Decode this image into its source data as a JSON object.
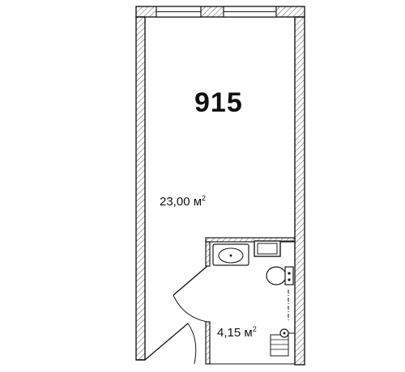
{
  "unit_number": "915",
  "rooms": {
    "main": {
      "area_value": "23,00",
      "area_unit": "м",
      "area_exp": "2"
    },
    "bathroom": {
      "area_value": "4,15",
      "area_unit": "м",
      "area_exp": "2"
    }
  },
  "colors": {
    "wall": "#1a1a1a",
    "hatch": "#555555",
    "background": "#ffffff"
  }
}
